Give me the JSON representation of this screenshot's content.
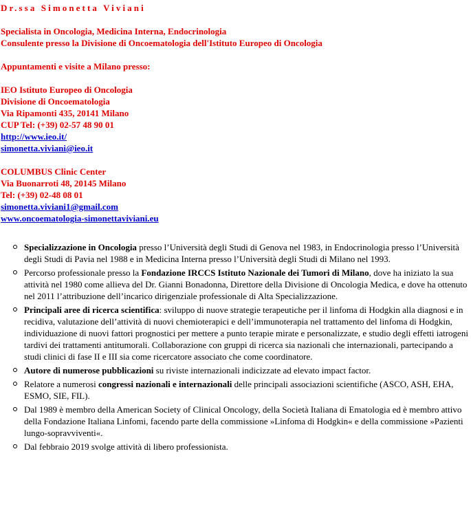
{
  "doctor_name": "Dr.ssa Simonetta Viviani",
  "specialties": "Specialista in Oncologia, Medicina Interna, Endocrinologia",
  "consultant": "Consulente presso la Divisione di Oncoematologia dell'Istituto Europeo di Oncologia",
  "appointments": "Appuntamenti e visite a Milano presso:",
  "ieo": {
    "name": "IEO Istituto Europeo di Oncologia",
    "division": "Divisione di Oncoematologia",
    "address": "Via Ripamonti 435, 20141 Milano",
    "phone": "CUP Tel: (+39) 02-57 48 90 01",
    "website": "http://www.ieo.it/",
    "email": "simonetta.viviani@ieo.it"
  },
  "columbus": {
    "name": "COLUMBUS Clinic Center",
    "address": "Via Buonarroti 48, 20145 Milano",
    "phone": "Tel: (+39) 02-48 08 01",
    "email": "simonetta.viviani1@gmail.com",
    "website": "www.oncoematologia-simonettaviviani.eu"
  },
  "bio": [
    {
      "bold": "Specializzazione in Oncologia",
      "text": " presso l’Università degli Studi di Genova nel 1983, in Endocrinologia presso l’Università degli Studi di Pavia nel 1988 e in Medicina Interna presso l’Università degli Studi di Milano nel 1993."
    },
    {
      "pre": "Percorso professionale presso la ",
      "bold": "Fondazione IRCCS Istituto Nazionale dei Tumori di Milano",
      "text": ", dove ha iniziato la sua attività nel 1980 come allieva del Dr. Gianni Bonadonna, Direttore della Divisione di Oncologia Medica, e dove ha ottenuto nel 2011 l’attribuzione dell’incarico dirigenziale professionale di Alta Specializzazione."
    },
    {
      "bold": "Principali aree di ricerca scientifica",
      "text": ": sviluppo di nuove strategie terapeutiche per il linfoma di Hodgkin alla diagnosi e in recidiva, valutazione dell’attività di nuovi chemioterapici e dell’immunoterapia nel trattamento del linfoma di Hodgkin, individuazione di nuovi fattori prognostici per mettere a punto terapie mirate e personalizzate, e studio degli effetti iatrogeni tardivi dei trattamenti antitumorali. Collaborazione con gruppi di ricerca sia nazionali che internazionali, partecipando a studi clinici di fase II e III sia come ricercatore associato che come coordinatore."
    },
    {
      "bold": "Autore di numerose pubblicazioni",
      "text": " su riviste internazionali indicizzate ad elevato impact factor."
    },
    {
      "pre": "Relatore a numerosi ",
      "bold": "congressi nazionali e internazionali",
      "text": " delle principali associazioni scientifiche (ASCO, ASH, EHA, ESMO, SIE, FIL)."
    },
    {
      "text": "Dal 1989 è membro della American Society of Clinical Oncology, della Società Italiana di Ematologia ed è membro attivo della Fondazione Italiana Linfomi, facendo parte della commissione »Linfoma di Hodgkin« e della commissione »Pazienti lungo-sopravviventi«."
    },
    {
      "text": "Dal febbraio 2019 svolge attività di libero professionista."
    }
  ],
  "colors": {
    "heading_red": "#e00000",
    "link_blue": "#0000cc"
  }
}
